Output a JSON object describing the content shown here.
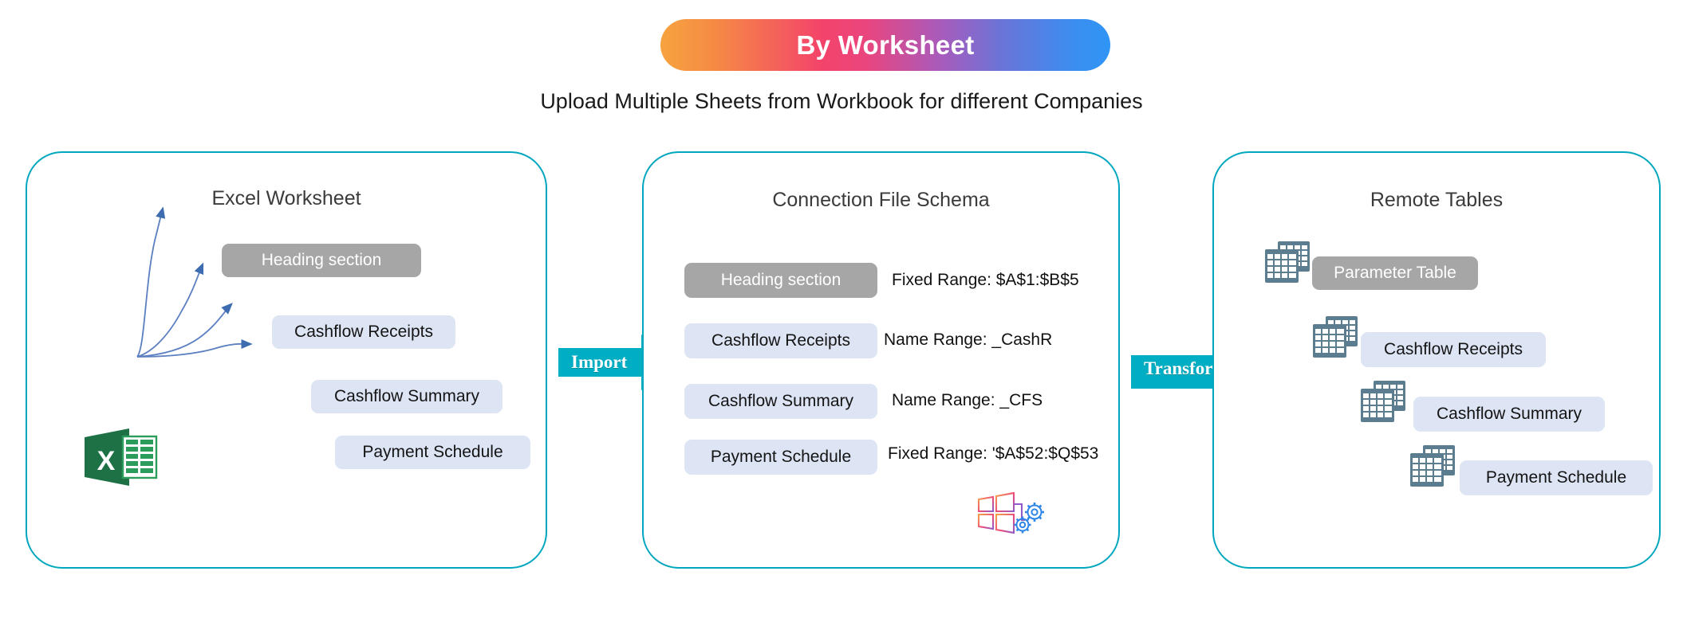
{
  "header": {
    "banner_title": "By Worksheet",
    "subtitle": "Upload Multiple Sheets from Workbook for different Companies",
    "banner_gradient_start": "#f6a33f",
    "banner_gradient_mid": "#f4436a",
    "banner_gradient_end": "#2f95f5"
  },
  "theme": {
    "panel_border": "#00a7bf",
    "arrow_fill": "#00aec4",
    "gray_pill": "#a6a6a6",
    "blue_pill": "#dde4f4",
    "excel_green_dark": "#1e7145",
    "excel_green_light": "#2c9c5c",
    "table_icon_color": "#5c7d8f",
    "connector_blue": "#4a6fb5"
  },
  "panels": {
    "left": {
      "title": "Excel Worksheet",
      "icon": "excel-file-icon",
      "items": [
        {
          "label": "Heading section",
          "style": "gray"
        },
        {
          "label": "Cashflow Receipts",
          "style": "blue"
        },
        {
          "label": "Cashflow Summary",
          "style": "blue"
        },
        {
          "label": "Payment Schedule",
          "style": "blue"
        }
      ]
    },
    "middle": {
      "title": "Connection File Schema",
      "icon": "schema-gears-icon",
      "items": [
        {
          "label": "Heading section",
          "style": "gray",
          "range": "Fixed Range: $A$1:$B$5"
        },
        {
          "label": "Cashflow Receipts",
          "style": "blue",
          "range": "Name Range: _CashR"
        },
        {
          "label": "Cashflow Summary",
          "style": "blue",
          "range": "Name Range: _CFS"
        },
        {
          "label": "Payment Schedule",
          "style": "blue",
          "range": "Fixed Range: '$A$52:$Q$53"
        }
      ]
    },
    "right": {
      "title": "Remote Tables",
      "items": [
        {
          "label": "Parameter Table",
          "style": "gray",
          "icon": "table-stack-icon"
        },
        {
          "label": "Cashflow Receipts",
          "style": "blue",
          "icon": "table-stack-icon"
        },
        {
          "label": "Cashflow Summary",
          "style": "blue",
          "icon": "table-stack-icon"
        },
        {
          "label": "Payment Schedule",
          "style": "blue",
          "icon": "table-stack-icon"
        }
      ]
    }
  },
  "arrows": {
    "import": "Import",
    "transform": "Transform"
  }
}
